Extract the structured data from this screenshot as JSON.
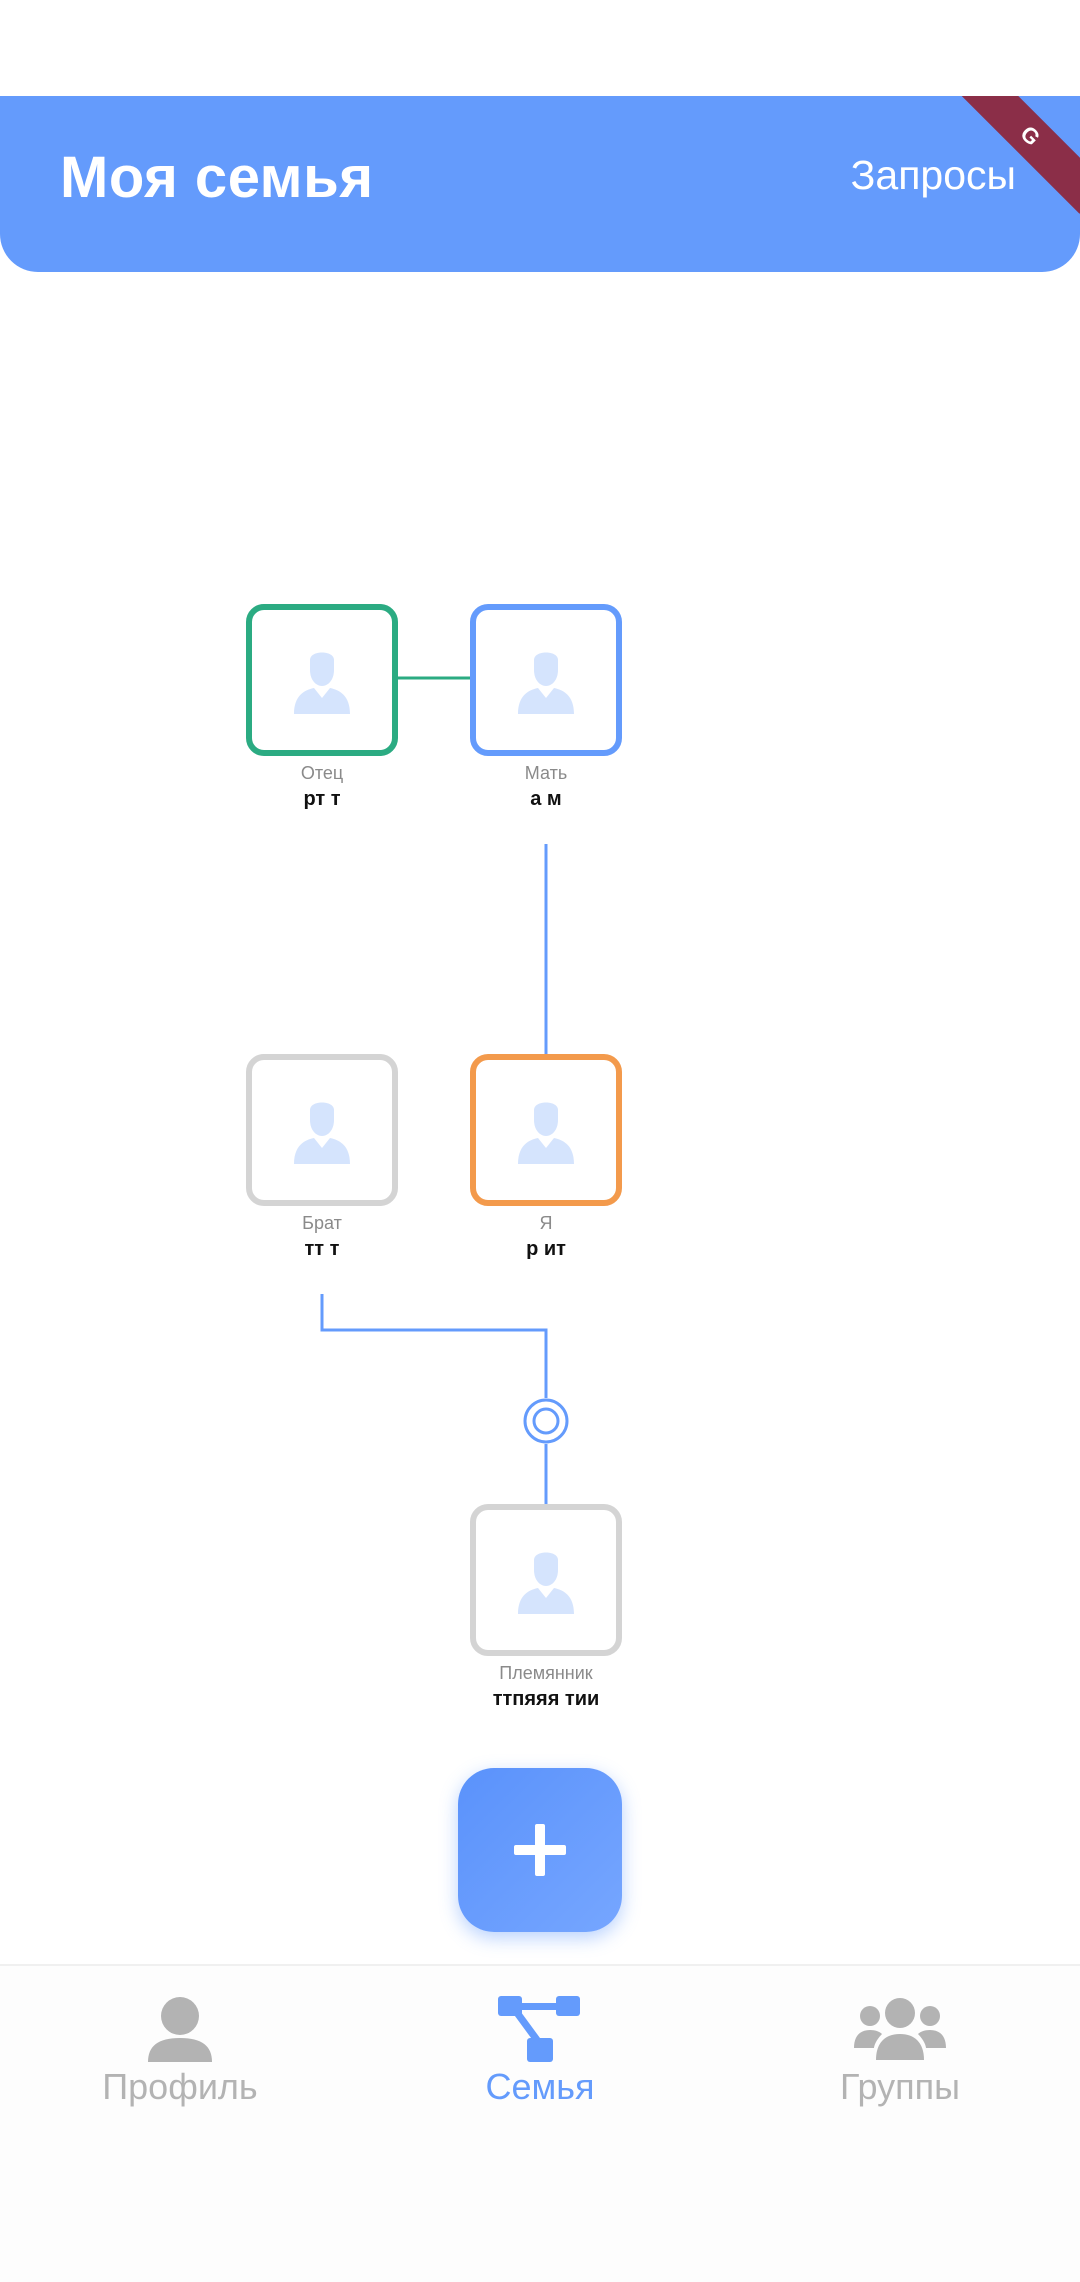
{
  "app_bar": {
    "title": "Моя семья",
    "action_label": "Запросы",
    "background_color": "#649bfc",
    "debug_ribbon": "G"
  },
  "tree": {
    "nodes": [
      {
        "id": "father",
        "role": "Отец",
        "name": "рт т",
        "border_color": "#2bab82"
      },
      {
        "id": "mother",
        "role": "Мать",
        "name": "а м",
        "border_color": "#649bfc"
      },
      {
        "id": "brother",
        "role": "Брат",
        "name": "тт т",
        "border_color": "#d4d4d4"
      },
      {
        "id": "me",
        "role": "Я",
        "name": "р ит",
        "border_color": "#f39a4c"
      },
      {
        "id": "nephew",
        "role": "Племянник",
        "name": "ттпяяя тии",
        "border_color": "#d4d4d4"
      }
    ],
    "avatar_icon": "person-placeholder-icon",
    "connector_color": "#649bfc",
    "spouse_connector_color": "#2bab82"
  },
  "fab": {
    "icon": "plus-icon",
    "label": "+"
  },
  "bottom_nav": {
    "items": [
      {
        "id": "profile",
        "label": "Профиль",
        "icon": "person-icon",
        "active": false
      },
      {
        "id": "family",
        "label": "Семья",
        "icon": "family-tree-icon",
        "active": true
      },
      {
        "id": "groups",
        "label": "Группы",
        "icon": "group-icon",
        "active": false
      }
    ],
    "active_color": "#649bfc",
    "inactive_color": "#b3b3b3"
  }
}
